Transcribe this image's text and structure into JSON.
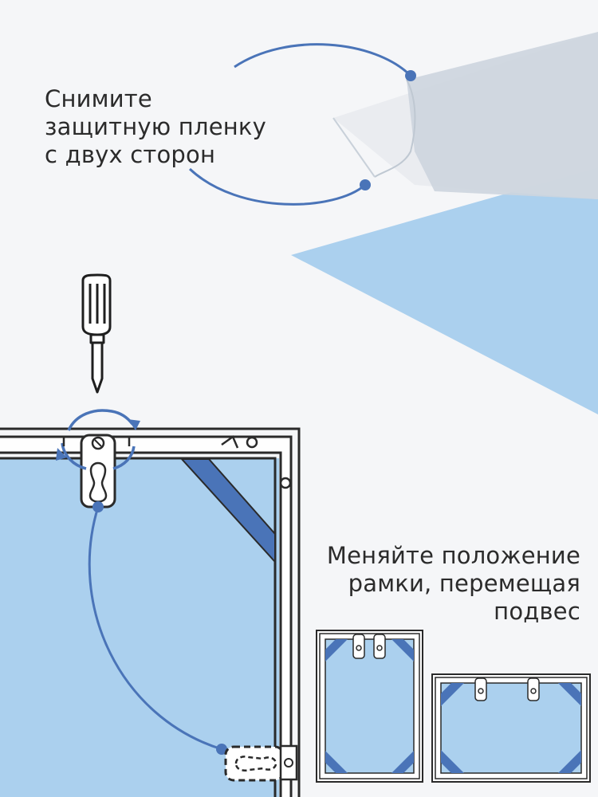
{
  "step_remove_film": {
    "lines": [
      "Снимите",
      "защитную пленку",
      "с двух сторон"
    ]
  },
  "step_move_hanger": {
    "lines": [
      "Меняйте положение",
      "рамки, перемещая",
      "подвес"
    ]
  },
  "colors": {
    "accent_blue": "#4a74b8",
    "panel_blue": "#abd0ee",
    "frame_stroke": "#2a2a2a",
    "background": "#f5f6f8"
  },
  "icons": [
    "screwdriver-icon",
    "rotate-arrows-icon",
    "hanger-bracket-icon"
  ]
}
